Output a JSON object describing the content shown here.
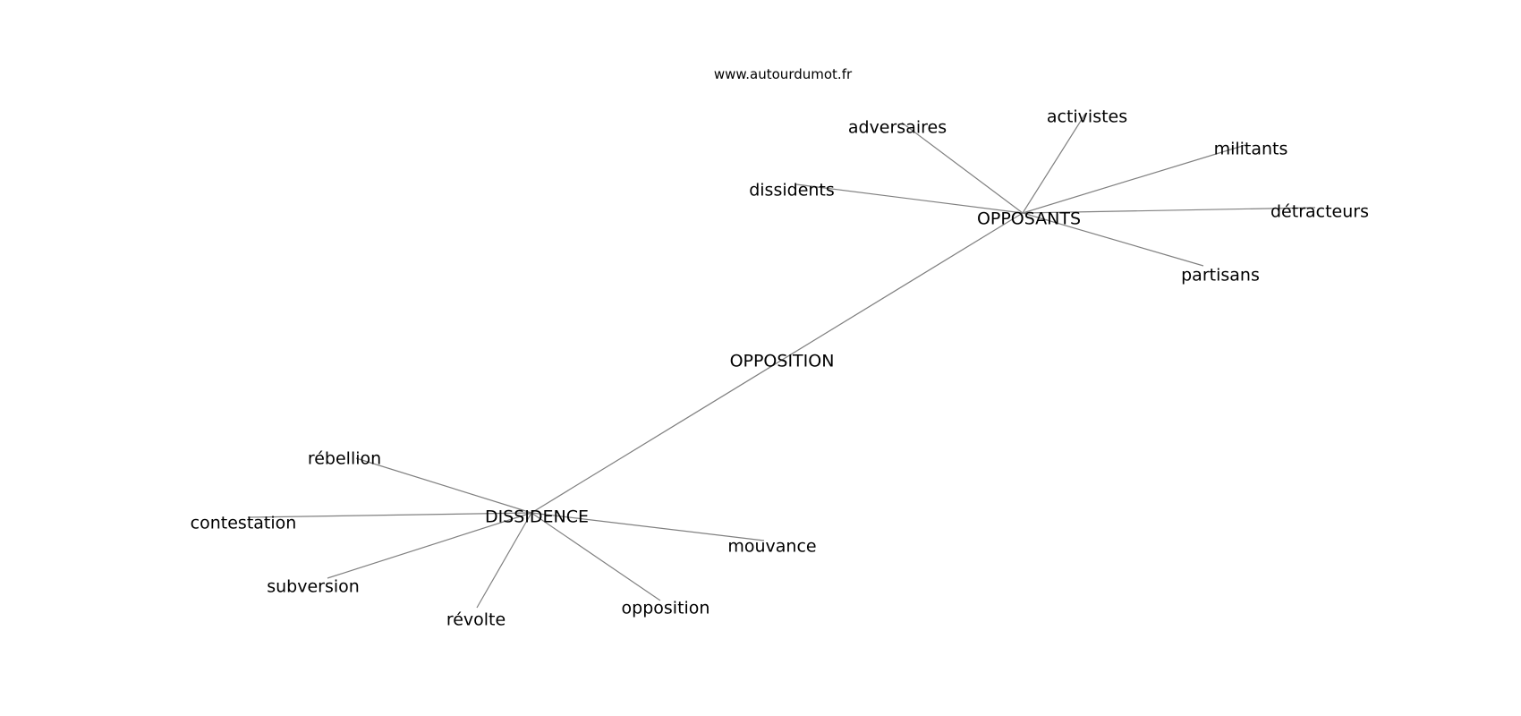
{
  "header": {
    "credit": "www.autourdumot.fr"
  },
  "graph": {
    "center": "OPPOSITION",
    "hubs": [
      "OPPOSANTS",
      "DISSIDENCE"
    ],
    "nodes": [
      {
        "id": "opposition-center",
        "label": "OPPOSITION"
      },
      {
        "id": "opposants",
        "label": "OPPOSANTS"
      },
      {
        "id": "dissidence",
        "label": "DISSIDENCE"
      },
      {
        "id": "adversaires",
        "label": "adversaires"
      },
      {
        "id": "activistes",
        "label": "activistes"
      },
      {
        "id": "militants",
        "label": "militants"
      },
      {
        "id": "dissidents",
        "label": "dissidents"
      },
      {
        "id": "detracteurs",
        "label": "détracteurs"
      },
      {
        "id": "partisans",
        "label": "partisans"
      },
      {
        "id": "rebellion",
        "label": "rébellion"
      },
      {
        "id": "contestation",
        "label": "contestation"
      },
      {
        "id": "subversion",
        "label": "subversion"
      },
      {
        "id": "revolte",
        "label": "révolte"
      },
      {
        "id": "opposition-word",
        "label": "opposition"
      },
      {
        "id": "mouvance",
        "label": "mouvance"
      }
    ],
    "edges": [
      {
        "from": "opposants",
        "to": "dissidence"
      },
      {
        "from": "opposants",
        "to": "adversaires"
      },
      {
        "from": "opposants",
        "to": "activistes"
      },
      {
        "from": "opposants",
        "to": "militants"
      },
      {
        "from": "opposants",
        "to": "dissidents"
      },
      {
        "from": "opposants",
        "to": "detracteurs"
      },
      {
        "from": "opposants",
        "to": "partisans"
      },
      {
        "from": "dissidence",
        "to": "rebellion"
      },
      {
        "from": "dissidence",
        "to": "contestation"
      },
      {
        "from": "dissidence",
        "to": "subversion"
      },
      {
        "from": "dissidence",
        "to": "revolte"
      },
      {
        "from": "dissidence",
        "to": "opposition-word"
      },
      {
        "from": "dissidence",
        "to": "mouvance"
      }
    ]
  }
}
